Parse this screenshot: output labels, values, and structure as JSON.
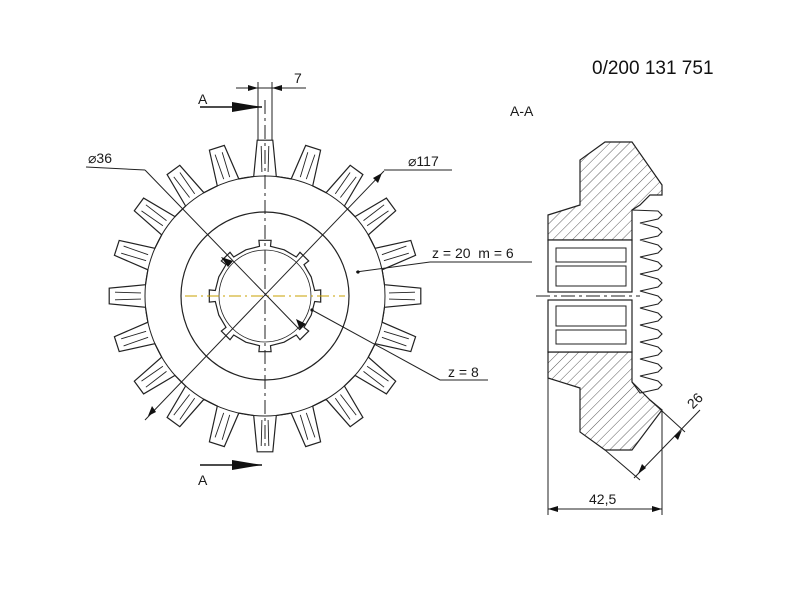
{
  "drawing": {
    "part_number": "0/200 131 751",
    "section_label": "A-A",
    "section_mark_top": "A",
    "section_mark_bottom": "A",
    "dim_small_width": "7",
    "dim_bore_diameter": "⌀36",
    "dim_outer_diameter": "⌀117",
    "gear_spec": "z = 20  m = 6",
    "spline_spec": "z = 8",
    "dim_face": "26",
    "dim_length": "42,5"
  },
  "colors": {
    "line": "#222222",
    "centerline": "#c8a000",
    "arrow": "#111111"
  },
  "teeth_count": 20,
  "spline_count": 8
}
